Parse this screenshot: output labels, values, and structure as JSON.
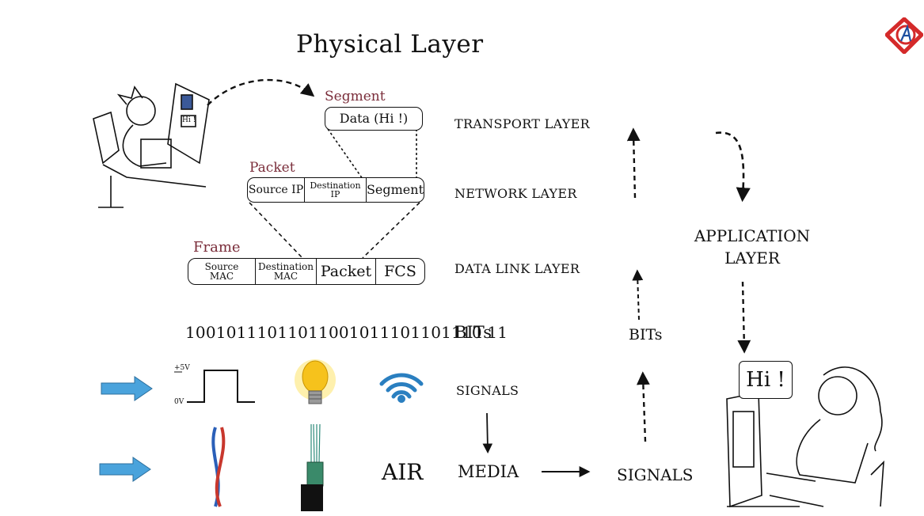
{
  "title": "Physical Layer",
  "segment": {
    "label": "Segment",
    "data": "Data (Hi !)"
  },
  "packet": {
    "label": "Packet",
    "source_ip": "Source IP",
    "destination_ip": "Destination IP",
    "segment": "Segment"
  },
  "frame": {
    "label": "Frame",
    "source_mac": "Source MAC",
    "destination_mac": "Destination MAC",
    "packet": "Packet",
    "fcs": "FCS"
  },
  "layers": {
    "transport": "TRANSPORT LAYER",
    "network": "NETWORK LAYER",
    "data_link": "DATA LINK LAYER",
    "application": "APPLICATION LAYER"
  },
  "bits_stream": "10010111011011001011101101110 11",
  "bits_label": "BITs",
  "bits_label_right": "BITs",
  "signals_label": "SIGNALS",
  "signals_label_right": "SIGNALS",
  "media_label": "MEDIA",
  "air_label": "AIR",
  "voltage": {
    "high": "+5V",
    "low": "0V"
  },
  "speech": "Hi !",
  "monitor_text": "Hi !",
  "colors": {
    "accent": "#7a2d3a",
    "arrow_fill": "#4aa3dc",
    "logo": "#d42a2a",
    "wifi": "#2a7fc0",
    "bulb": "#f6c21c"
  }
}
